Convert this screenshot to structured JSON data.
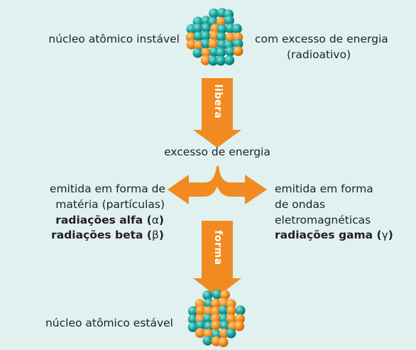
{
  "labels": {
    "unstable_nucleus": "núcleo atômico instável",
    "energy_excess_line1": "com excesso de energia",
    "energy_excess_line2": "(radioativo)",
    "releases": "libera",
    "excess_energy": "excesso de energia",
    "left_line1": "emitida em forma de",
    "left_line2": "matéria (partículas)",
    "left_line3_bold": "radiações alfa (",
    "left_line3_greek": "α",
    "left_line3_close": ")",
    "left_line4_bold": "radiações beta (",
    "left_line4_greek": "β",
    "left_line4_close": ")",
    "right_line1": "emitida em forma",
    "right_line2": "de ondas",
    "right_line3": "eletromagnéticas",
    "right_line4_bold": "radiações gama (",
    "right_line4_greek": "γ",
    "right_line4_close": ")",
    "forms": "forma",
    "stable_nucleus": "núcleo atômico estável"
  },
  "colors": {
    "background": "#e0f1f0",
    "arrow": "#f18a21",
    "proton": "#f39325",
    "neutron": "#1aa8a0"
  },
  "icons": [
    "unstable-nucleus-icon",
    "stable-nucleus-icon",
    "down-arrow-icon",
    "split-arrow-icon"
  ]
}
